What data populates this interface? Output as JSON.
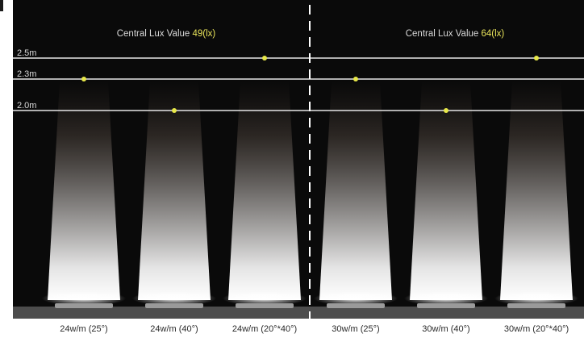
{
  "panels": [
    {
      "title": "Central Lux Value ",
      "value": "49",
      "unit": "(lx)"
    },
    {
      "title": "Central Lux Value ",
      "value": "64",
      "unit": "(lx)"
    }
  ],
  "height_levels": [
    "2.5m",
    "2.3m",
    "2.0m"
  ],
  "fixtures": [
    {
      "label": "24w/m (25°)",
      "marker_level": "2.3m"
    },
    {
      "label": "24w/m (40°)",
      "marker_level": "2.0m"
    },
    {
      "label": "24w/m (20°*40°)",
      "marker_level": "2.5m"
    },
    {
      "label": "30w/m (25°)",
      "marker_level": "2.3m"
    },
    {
      "label": "30w/m (40°)",
      "marker_level": "2.0m"
    },
    {
      "label": "30w/m (20°*40°)",
      "marker_level": "2.5m"
    }
  ],
  "colors": {
    "background": "#0a0a0a",
    "marker": "#e8e84a",
    "highlight": "#e8e35a",
    "line": "#e6e6e6"
  }
}
